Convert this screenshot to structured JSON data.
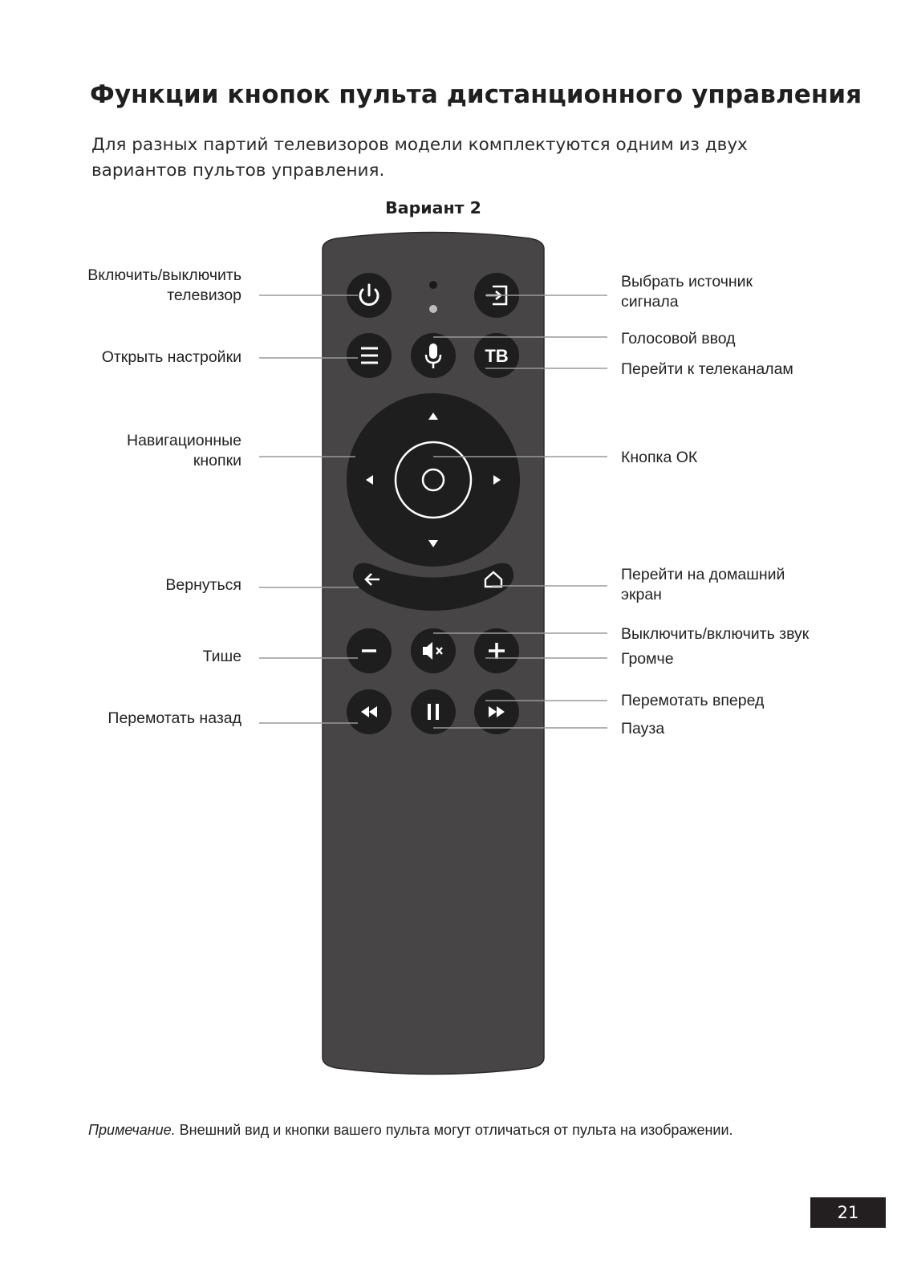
{
  "header": {
    "title": "Функции кнопок пульта дистанционного управления",
    "intro": "Для разных партий телевизоров модели комплектуются одним из двух вариантов пультов управления.",
    "variant": "Вариант 2"
  },
  "remote": {
    "tv_button_label": "ТВ"
  },
  "labels_left": {
    "power_line1": "Включить/выключить",
    "power_line2": "телевизор",
    "settings": "Открыть настройки",
    "nav_line1": "Навигационные",
    "nav_line2": "кнопки",
    "back": "Вернуться",
    "vol_down": "Тише",
    "rewind": "Перемотать назад"
  },
  "labels_right": {
    "source_line1": "Выбрать источник",
    "source_line2": "сигнала",
    "voice": "Голосовой ввод",
    "channels": "Перейти к телеканалам",
    "ok": "Кнопка ОК",
    "home_line1": "Перейти на домашний",
    "home_line2": "экран",
    "mute": "Выключить/включить звук",
    "vol_up": "Громче",
    "forward": "Перемотать вперед",
    "pause": "Пауза"
  },
  "footer": {
    "note_label": "Примечание.",
    "note_text": " Внешний вид и кнопки вашего пульта могут отличаться от пульта на изображении.",
    "page_number": "21"
  },
  "colors": {
    "remote_body": "#474546",
    "button": "#1e1e1e",
    "leader_line": "#9a9a9a",
    "icon": "#ffffff"
  }
}
